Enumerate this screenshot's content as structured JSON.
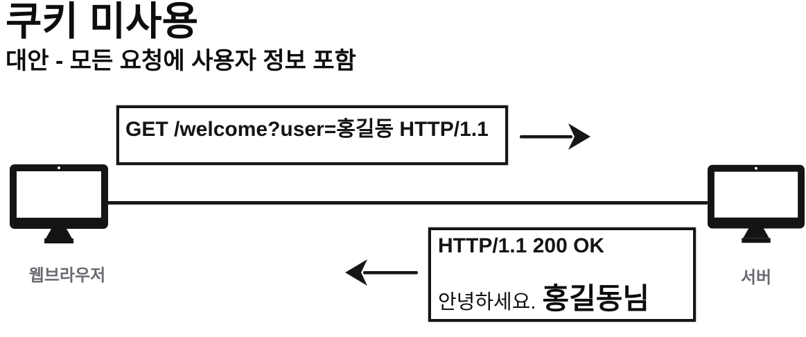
{
  "header": {
    "title": "쿠키 미사용",
    "subtitle": "대안 - 모든 요청에 사용자 정보 포함"
  },
  "diagram": {
    "request": {
      "line1": "GET /welcome?user=홍길동 HTTP/1.1",
      "arrow_direction": "left-to-right"
    },
    "response": {
      "status_line": "HTTP/1.1 200 OK",
      "greeting": "안녕하세요.",
      "username": "홍길동님",
      "arrow_direction": "right-to-left"
    },
    "client": {
      "label": "웹브라우저",
      "icon": "monitor-icon"
    },
    "server": {
      "label": "서버",
      "icon": "monitor-icon"
    },
    "colors": {
      "ink": "#141414",
      "label_gray": "#696b70",
      "background": "#ffffff"
    }
  }
}
